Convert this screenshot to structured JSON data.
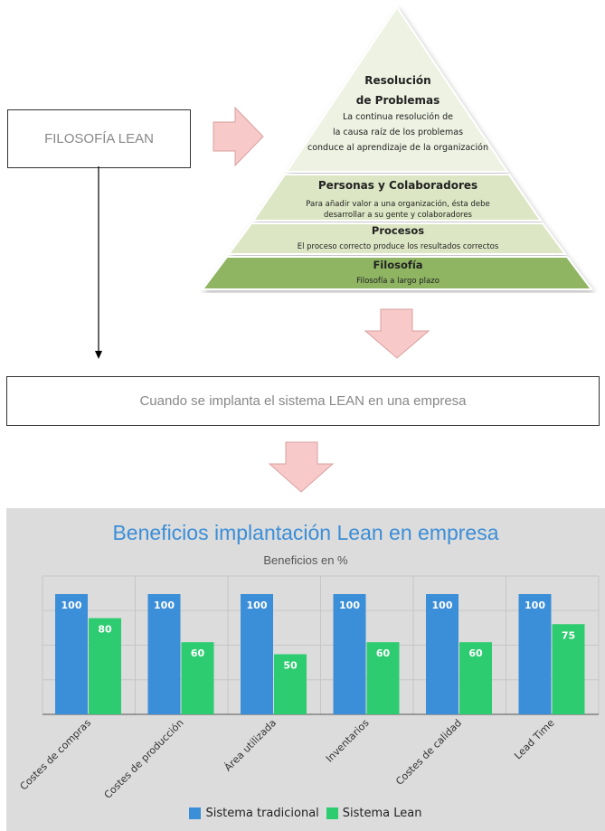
{
  "boxes": {
    "filosofia": "FILOSOFÍA LEAN",
    "implanta": "Cuando se implanta el sistema LEAN en una empresa"
  },
  "pyramid": {
    "top": {
      "title_line1": "Resolución",
      "title_line2": "de Problemas",
      "desc_line1": "La continua resolución de",
      "desc_line2": "la causa raíz de los problemas",
      "desc_line3": "conduce al aprendizaje de la  organización"
    },
    "level2": {
      "title": "Personas y Colaboradores",
      "desc_line1": "Para añadir valor a una organización, ésta debe",
      "desc_line2": "desarrollar a su gente y colaboradores"
    },
    "level3": {
      "title": "Procesos",
      "desc": "El proceso correcto produce los resultados correctos"
    },
    "level4": {
      "title": "Filosofía",
      "desc": "Filosofía a largo plazo"
    }
  },
  "colors": {
    "pyramid_top": "#eef2e2",
    "pyramid_mid": "#dde6c4",
    "pyramid_filosofia": "#8fb564",
    "arrow_fill": "#f7c9c9",
    "arrow_stroke": "#d9a0a0",
    "series_tradicional": "#3b8ed8",
    "series_lean": "#2ecc71",
    "title": "#3b8ed8"
  },
  "chart_data": {
    "type": "bar",
    "title": "Beneficios implantación Lean en empresa",
    "subtitle": "Beneficios en %",
    "categories": [
      "Costes de compras",
      "Costes de producción",
      "Área utilizada",
      "Inventarios",
      "Costes de calidad",
      "Lead Time"
    ],
    "series": [
      {
        "name": "Sistema tradicional",
        "values": [
          100,
          100,
          100,
          100,
          100,
          100
        ]
      },
      {
        "name": "Sistema Lean",
        "values": [
          80,
          60,
          50,
          60,
          60,
          75
        ]
      }
    ],
    "ylim": [
      0,
      100
    ],
    "grid": true,
    "legend": "bottom"
  }
}
